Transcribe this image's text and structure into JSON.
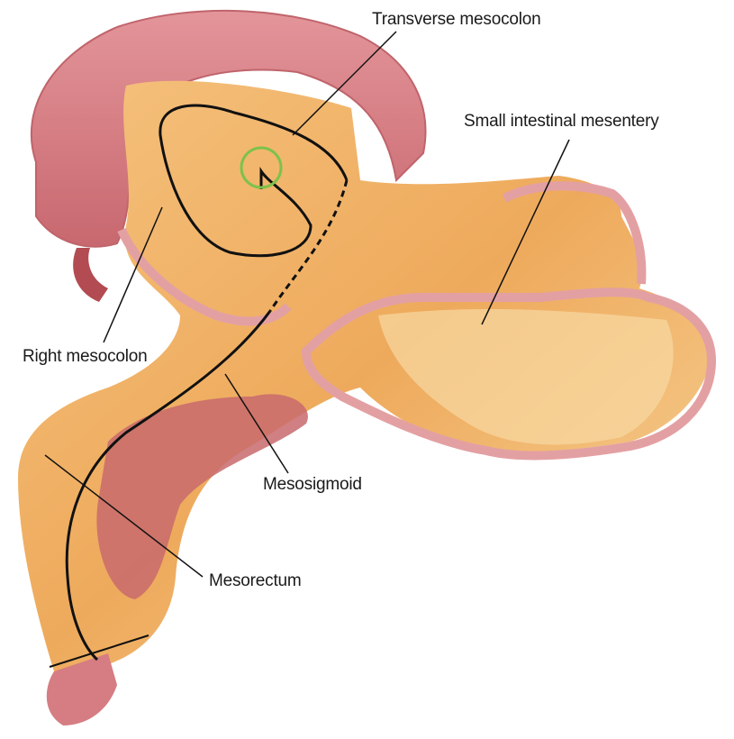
{
  "figure": {
    "labels": {
      "transverse_mesocolon": "Transverse mesocolon",
      "small_intestinal_mesentery": "Small intestinal mesentery",
      "right_mesocolon": "Right mesocolon",
      "mesosigmoid": "Mesosigmoid",
      "mesorectum": "Mesorectum"
    },
    "colors": {
      "colon": "#d9868a",
      "colon_dark": "#b8555c",
      "mesentery": "#f2b871",
      "mesentery_light": "#f8d79a",
      "marker_circle": "#7dc24a",
      "outline": "#111111"
    }
  }
}
